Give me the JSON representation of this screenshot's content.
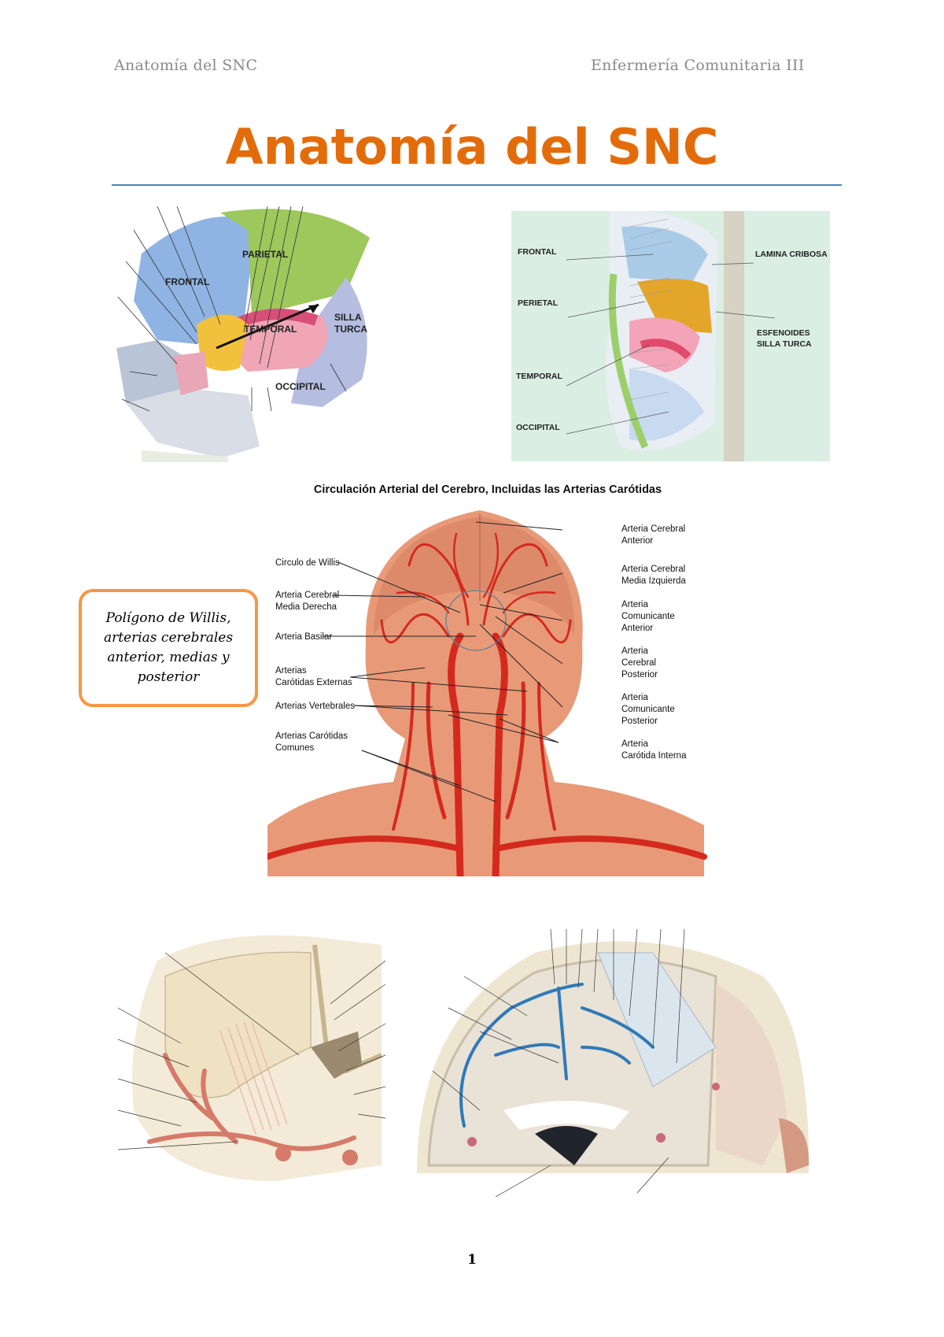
{
  "header": {
    "left": "Anatomía del SNC",
    "right": "Enfermería Comunitaria III"
  },
  "title": "Anatomía del SNC",
  "skull_lateral": {
    "labels": [
      "PARIETAL",
      "FRONTAL",
      "TEMPORAL",
      "SILLA",
      "TURCA",
      "OCCIPITAL"
    ]
  },
  "skull_sagittal": {
    "labels": [
      "FRONTAL",
      "PERIETAL",
      "TEMPORAL",
      "OCCIPITAL",
      "LAMINA CRIBOSA",
      "ESFENOIDES",
      "SILLA TURCA"
    ]
  },
  "arterial": {
    "title": "Circulación Arterial del Cerebro, Incluidas las Arterias Carótidas",
    "left_labels": [
      "Circulo de Willis",
      "Arteria Cerebral",
      "Media Derecha",
      "Arteria Basilar",
      "Arterias",
      "Carótidas Externas",
      "Arterias Vertebrales",
      "Arterias Carótidas",
      "Comunes"
    ],
    "right_labels": [
      "Arteria Cerebral",
      "Anterior",
      "Arteria Cerebral",
      "Media Izquierda",
      "Arteria",
      "Comunicante",
      "Anterior",
      "Arteria",
      "Cerebral",
      "Posterior",
      "Arteria",
      "Comunicante",
      "Posterior",
      "Arteria",
      "Carótida Interna"
    ]
  },
  "callout": {
    "text": "Polígono de Willis, arterias cerebrales anterior, medias y posterior"
  },
  "page_number": "1",
  "colors": {
    "title": "#e36c0a",
    "rule": "#4f81bd",
    "callout_border": "#f79646",
    "header_text": "#8a8a8a"
  }
}
